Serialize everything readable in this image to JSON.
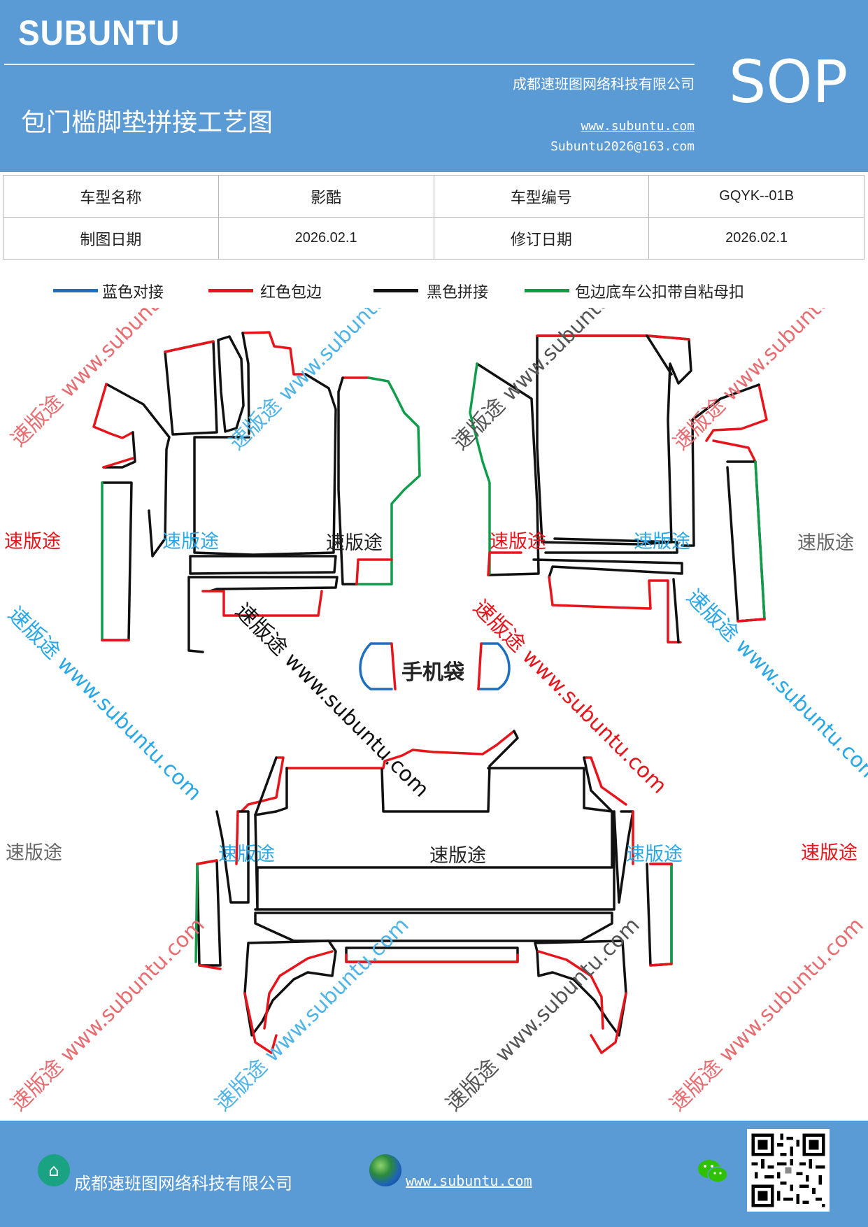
{
  "header": {
    "brand": "SUBUNTU",
    "company": "成都速班图网络科技有限公司",
    "title": "包门槛脚垫拼接工艺图",
    "url": "www.subuntu.com",
    "email": "Subuntu2026@163.com",
    "badge": "SOP"
  },
  "info": {
    "model_name_label": "车型名称",
    "model_name_value": "影酷",
    "model_code_label": "车型编号",
    "model_code_value": "GQYK--01B",
    "draw_date_label": "制图日期",
    "draw_date_value": "2026.02.1",
    "revise_date_label": "修订日期",
    "revise_date_value": "2026.02.1"
  },
  "legend": [
    {
      "label": "蓝色对接",
      "color": "#1f6fbf"
    },
    {
      "label": "红色包边",
      "color": "#e8141b"
    },
    {
      "label": "黑色拼接",
      "color": "#111111"
    },
    {
      "label": "包边底车公扣带自粘母扣",
      "color": "#0f9d4a"
    }
  ],
  "diagram": {
    "pocket_label": "手机袋",
    "watermark_word": "速版途",
    "watermark_url": "www.subuntu.com",
    "watermark_diag": "速版途 www.subuntu.com"
  },
  "footer": {
    "company": "成都速班图网络科技有限公司",
    "url": "www.subuntu.com ",
    "home_icon": "home-icon",
    "globe_icon": "globe-icon",
    "wechat_icon": "wechat-icon"
  }
}
